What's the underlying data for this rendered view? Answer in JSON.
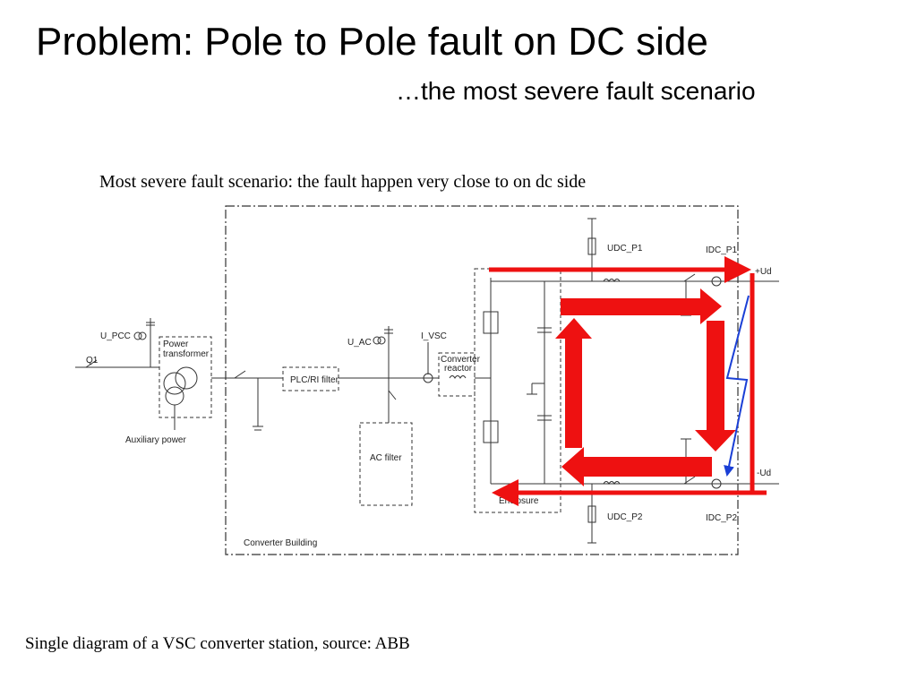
{
  "slide": {
    "title": "Problem: Pole to Pole fault on DC side",
    "subtitle": "…the most severe fault scenario",
    "caption": "Most severe fault scenario: the fault happen very close to on dc side",
    "source": "Single diagram of a VSC converter station, source: ABB"
  },
  "diagram": {
    "labels": {
      "u_pcc": "U_PCC",
      "q1": "Q1",
      "power_transformer_1": "Power",
      "power_transformer_2": "transformer",
      "auxiliary_power": "Auxiliary power",
      "plc_filter": "PLC/RI filter",
      "u_ac": "U_AC",
      "i_vsc": "I_VSC",
      "converter_reactor_1": "Converter",
      "converter_reactor_2": "reactor",
      "ac_filter": "AC filter",
      "enclosure": "Enclosure",
      "converter_building": "Converter Building",
      "udc_p1": "UDC_P1",
      "udc_p2": "UDC_P2",
      "idc_p1": "IDC_P1",
      "idc_p2": "IDC_P2",
      "plus_ud": "+Ud",
      "minus_ud": "-Ud"
    },
    "colors": {
      "fault_current": "#ee1111",
      "fault_path": "#1a3fd6",
      "line": "#333333"
    }
  }
}
